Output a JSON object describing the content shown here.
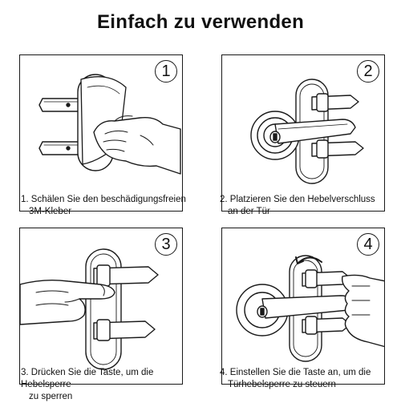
{
  "title": "Einfach zu verwenden",
  "steps": [
    {
      "number": "1",
      "line1": "1. Schälen Sie den beschädigungsfreien",
      "line2": "3M-Kleber"
    },
    {
      "number": "2",
      "line1": "2. Platzieren Sie den Hebelverschluss",
      "line2": "an der Tür"
    },
    {
      "number": "3",
      "line1": "3. Drücken Sie die Taste, um die Hebelsperre",
      "line2": "zu sperren"
    },
    {
      "number": "4",
      "line1": "4. Einstellen Sie die Taste an, um die",
      "line2": "Türhebelsperre zu steuern"
    }
  ]
}
